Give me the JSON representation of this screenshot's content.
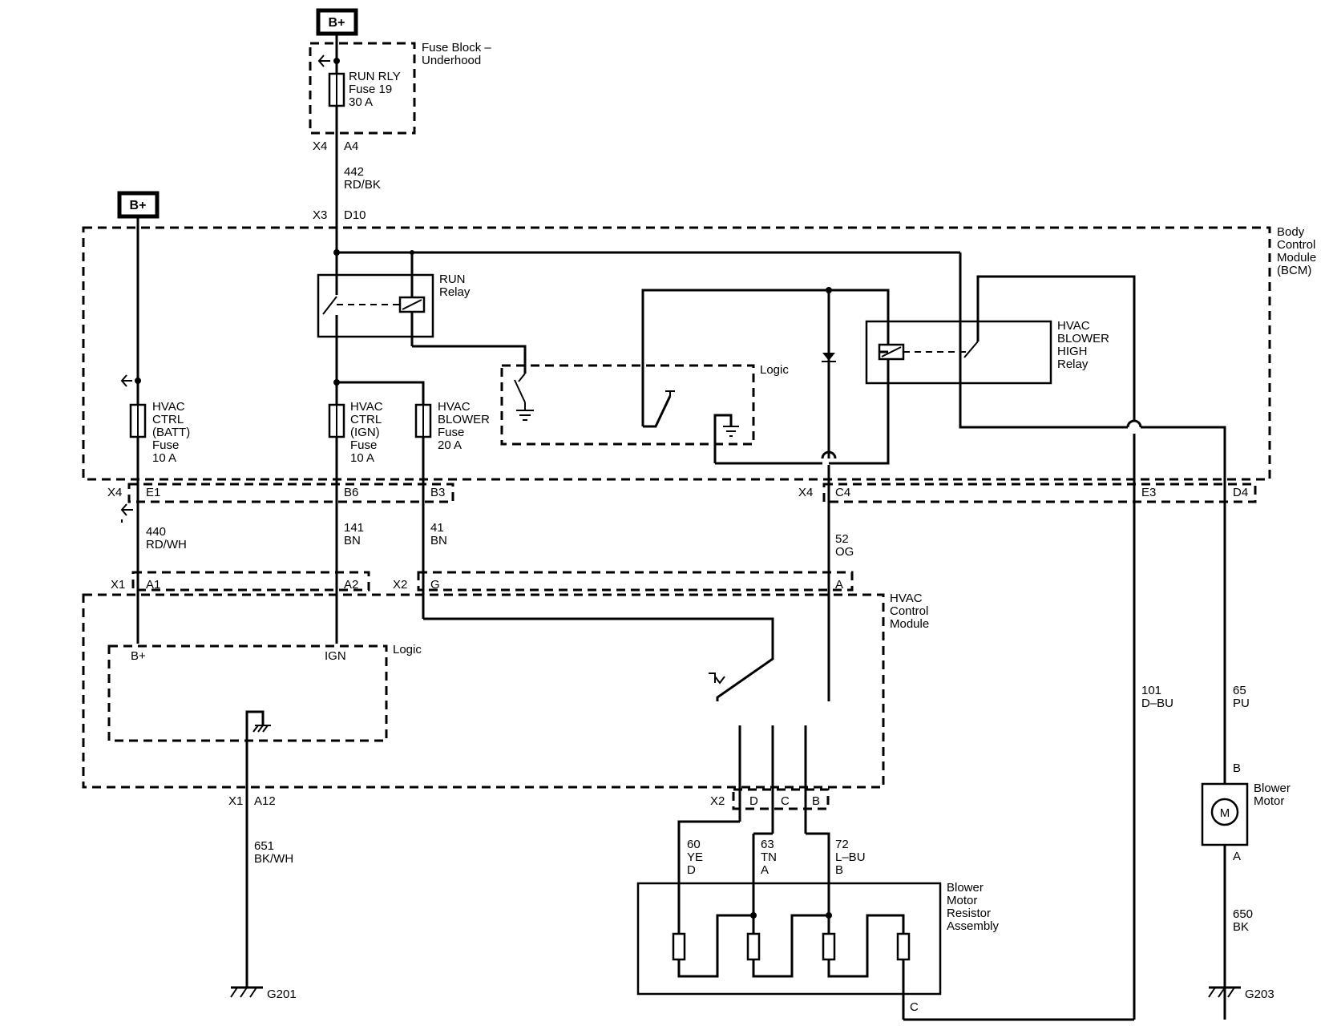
{
  "sources": {
    "bplus_top": "B+",
    "bplus_left": "B+"
  },
  "fuse_block": {
    "title1": "Fuse Block –",
    "title2": "Underhood",
    "fuse_l1": "RUN RLY",
    "fuse_l2": "Fuse 19",
    "fuse_l3": "30 A",
    "conn": "X4",
    "pin": "A4"
  },
  "wire_442": {
    "num": "442",
    "color": "RD/BK"
  },
  "bcm": {
    "title1": "Body",
    "title2": "Control",
    "title3": "Module",
    "title4": "(BCM)",
    "conn_x3": "X3",
    "pin_d10": "D10",
    "run_relay1": "RUN",
    "run_relay2": "Relay",
    "logic": "Logic",
    "hvac_relay1": "HVAC",
    "hvac_relay2": "BLOWER",
    "hvac_relay3": "HIGH",
    "hvac_relay4": "Relay",
    "fuse_batt": [
      "HVAC",
      "CTRL",
      "(BATT)",
      "Fuse",
      "10 A"
    ],
    "fuse_ign": [
      "HVAC",
      "CTRL",
      "(IGN)",
      "Fuse",
      "10 A"
    ],
    "fuse_blower": [
      "HVAC",
      "BLOWER",
      "Fuse",
      "20 A"
    ],
    "conn_x4_left": "X4",
    "pin_e1": "E1",
    "pin_b6": "B6",
    "pin_b3": "B3",
    "conn_x4_right": "X4",
    "pin_c4": "C4",
    "pin_e3": "E3",
    "pin_d4": "D4"
  },
  "wires_mid": {
    "w440_num": "440",
    "w440_color": "RD/WH",
    "w141_num": "141",
    "w141_color": "BN",
    "w41_num": "41",
    "w41_color": "BN",
    "w52_num": "52",
    "w52_color": "OG",
    "w101_num": "101",
    "w101_color": "D–BU",
    "w65_num": "65",
    "w65_color": "PU"
  },
  "hvac_module": {
    "title1": "HVAC",
    "title2": "Control",
    "title3": "Module",
    "conn_x1": "X1",
    "pin_a1": "A1",
    "pin_a2": "A2",
    "conn_x2": "X2",
    "pin_g": "G",
    "pin_a": "A",
    "logic": "Logic",
    "bplus": "B+",
    "ign": "IGN",
    "conn_x1_bottom": "X1",
    "pin_a12": "A12",
    "conn_x2_bottom": "X2",
    "pin_d": "D",
    "pin_c": "C",
    "pin_b": "B"
  },
  "wires_low": {
    "w651_num": "651",
    "w651_color": "BK/WH",
    "w60_num": "60",
    "w60_color": "YE",
    "w60_pin": "D",
    "w63_num": "63",
    "w63_color": "TN",
    "w63_pin": "A",
    "w72_num": "72",
    "w72_color": "L–BU",
    "w72_pin": "B",
    "w650_num": "650",
    "w650_color": "BK"
  },
  "resistor": {
    "title1": "Blower",
    "title2": "Motor",
    "title3": "Resistor",
    "title4": "Assembly",
    "pin_c": "C"
  },
  "motor": {
    "title1": "Blower",
    "title2": "Motor",
    "symbol": "M",
    "pin_b": "B",
    "pin_a": "A"
  },
  "grounds": {
    "g201": "G201",
    "g203": "G203"
  }
}
